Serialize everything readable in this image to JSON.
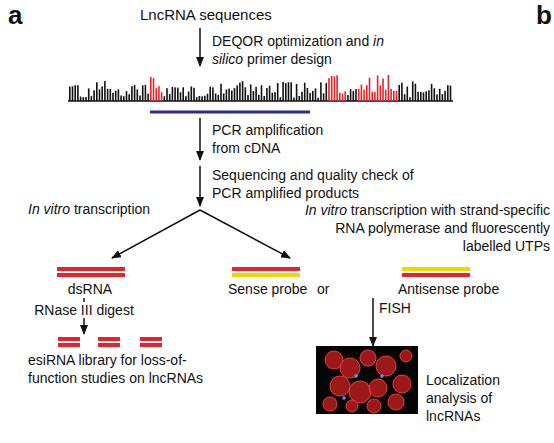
{
  "diagram": {
    "nodes": [
      {
        "text": [
          "dsRNA"
        ]
      },
      {
        "text": [
          "Sense probe",
          "or",
          "Antisense probe"
        ]
      },
      {
        "text": [
          "esiRNA library for loss-of-function studies on lncRNAs"
        ]
      },
      {
        "text": [
          "Localization analysis of lncRNAs"
        ]
      }
    ],
    "edges": [
      {
        "from": 0,
        "to": 2,
        "label": "RNase III digest",
        "arrow": "to"
      },
      {
        "from": 1,
        "to": 3,
        "label": "FISH",
        "arrow": "to"
      }
    ],
    "labels": [
      "a",
      "b",
      "LncRNA sequences",
      "DEQOR optimization and in silico primer design",
      "PCR amplification from cDNA",
      "Sequencing and quality check of PCR amplified products",
      "In vitro transcription",
      "In vitro transcription with strand-specific RNA polymerase and fluorescently labelled UTPs"
    ]
  }
}
